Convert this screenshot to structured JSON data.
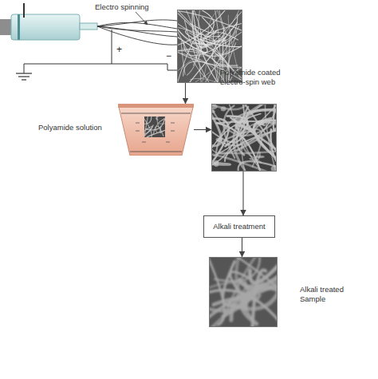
{
  "diagram": {
    "nodes": [
      {
        "text": [
          "Electro spinning"
        ]
      },
      {
        "text": [
          "Polyamide solution"
        ]
      },
      {
        "text": [
          "Polyamide coated electro-spin web"
        ]
      },
      {
        "text": [
          "Alkali treatment"
        ]
      },
      {
        "text": [
          "Alkali treated Sample"
        ]
      }
    ],
    "edges": [
      {
        "from": 0,
        "to": 1,
        "arrow": "to"
      },
      {
        "from": 1,
        "to": 2,
        "arrow": "to"
      },
      {
        "from": 2,
        "to": 3,
        "arrow": "to"
      },
      {
        "from": 3,
        "to": 4,
        "arrow": "to"
      }
    ],
    "labels": [
      "+",
      "−"
    ]
  }
}
